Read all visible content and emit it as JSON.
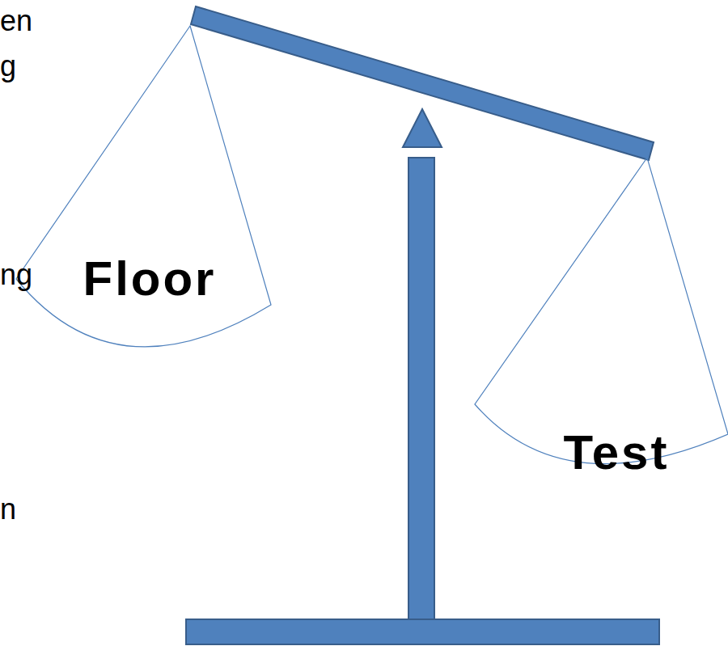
{
  "diagram": {
    "nodes": [
      {
        "text": [
          "Floor"
        ]
      },
      {
        "text": [
          "Test"
        ]
      }
    ],
    "labels": [
      "en",
      "g",
      "ng",
      "n"
    ]
  }
}
